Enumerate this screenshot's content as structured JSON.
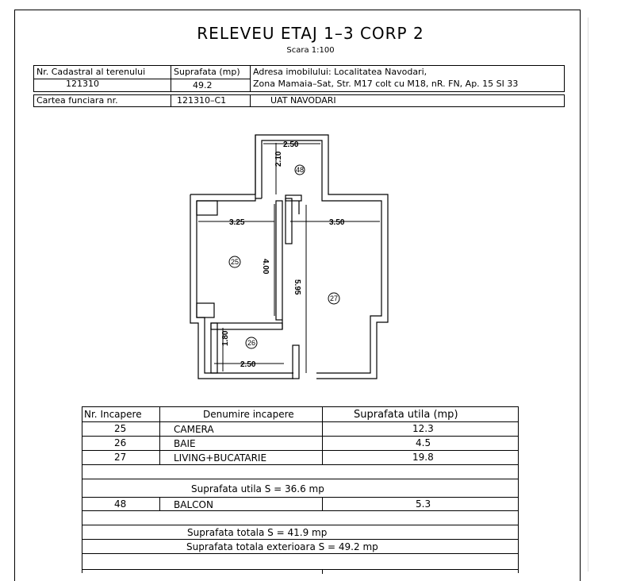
{
  "title": "RELEVEU ETAJ 1–3 CORP 2",
  "scale": "Scara 1:100",
  "header": {
    "cadastral_label": "Nr. Cadastral al terenului",
    "cadastral_value": "121310",
    "area_label": "Suprafata (mp)",
    "area_value": "49.2",
    "address_line1": "Adresa imobilului: Localitatea Navodari,",
    "address_line2": "Zona Mamaia–Sat, Str. M17 colt cu M18, nR. FN, Ap. 15 SI 33",
    "carte_label": "Cartea funciara nr.",
    "carte_value": "121310–C1",
    "uat": "UAT NAVODARI"
  },
  "plan": {
    "dims": {
      "top_width": "2.50",
      "top_height": "2.10",
      "left_width": "3.25",
      "right_width": "3.50",
      "left_height": "4.00",
      "total_height": "5.95",
      "bath_height": "1.80",
      "bath_width": "2.50"
    },
    "room_labels": {
      "r48": "48",
      "r25": "25",
      "r27": "27",
      "r26": "26"
    }
  },
  "rooms_table": {
    "col_nr": "Nr. Incapere",
    "col_name": "Denumire incapere",
    "col_area": "Suprafata utila (mp)",
    "rows": [
      {
        "nr": "25",
        "name": "CAMERA",
        "area": "12.3"
      },
      {
        "nr": "26",
        "name": "BAIE",
        "area": "4.5"
      },
      {
        "nr": "27",
        "name": "LIVING+BUCATARIE",
        "area": "19.8"
      }
    ],
    "useful_total": "Suprafata utila S = 36.6 mp",
    "balcony": {
      "nr": "48",
      "name": "BALCON",
      "area": "5.3"
    },
    "total": "Suprafata totala S = 41.9 mp",
    "total_exterior": "Suprafata totala exterioara S = 49.2 mp"
  }
}
